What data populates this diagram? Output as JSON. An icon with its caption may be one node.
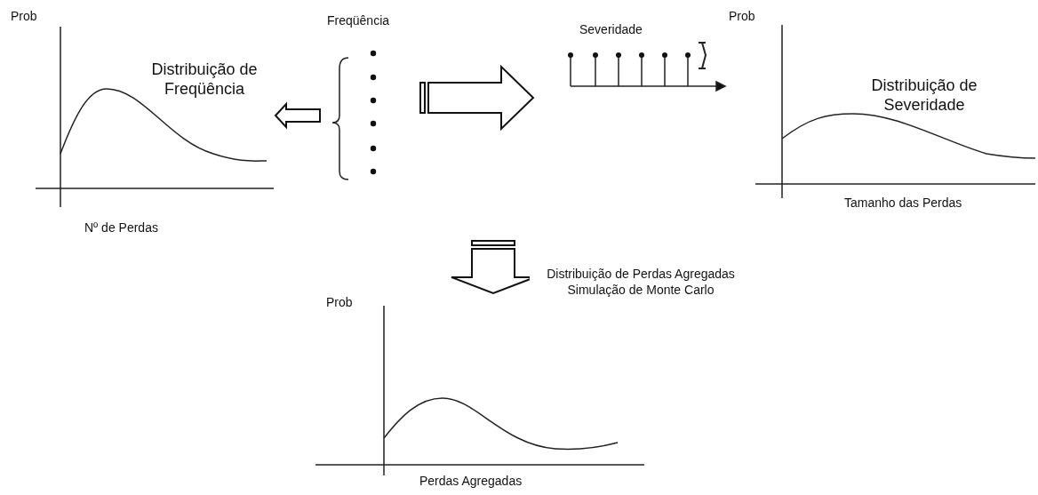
{
  "diagram": {
    "nodes": [
      {
        "text": [
          "Prob",
          "Distribuição de Freqüência",
          "Nº de Perdas"
        ]
      },
      {
        "text": [
          "Freqüência"
        ]
      },
      {
        "text": [
          "Severidade"
        ]
      },
      {
        "text": [
          "Prob",
          "Distribuição de Severidade",
          "Tamanho das Perdas"
        ]
      },
      {
        "text": [
          "Prob",
          "Perdas Agregadas"
        ]
      }
    ],
    "edges": [
      {
        "from": 1,
        "to": 0,
        "arrow": "to"
      },
      {
        "from": 1,
        "to": 2,
        "arrow": "to"
      },
      {
        "from": null,
        "to": 4,
        "arrow": "to",
        "label": "Distribuição de Perdas Agregadas Simulação de Monte Carlo"
      }
    ]
  }
}
